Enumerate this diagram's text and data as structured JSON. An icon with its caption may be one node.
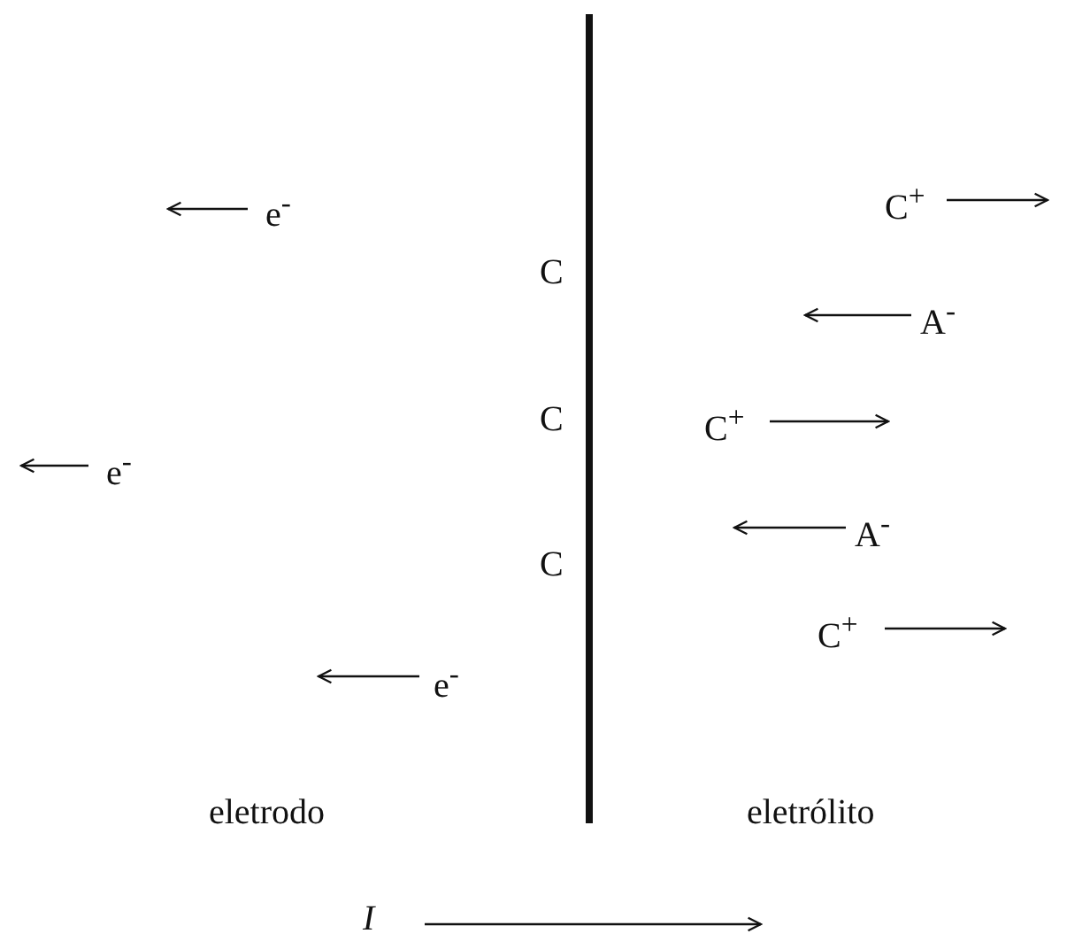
{
  "diagram": {
    "labels": [
      "e$^{-}$",
      "C$^{+}$",
      "C",
      "A$^{-}$",
      "C",
      "C$^{+}$",
      "e$^{-}$",
      "A$^{-}$",
      "C",
      "C$^{+}$",
      "e$^{-}$",
      "eletrodo",
      "eletrólito",
      "I"
    ]
  }
}
